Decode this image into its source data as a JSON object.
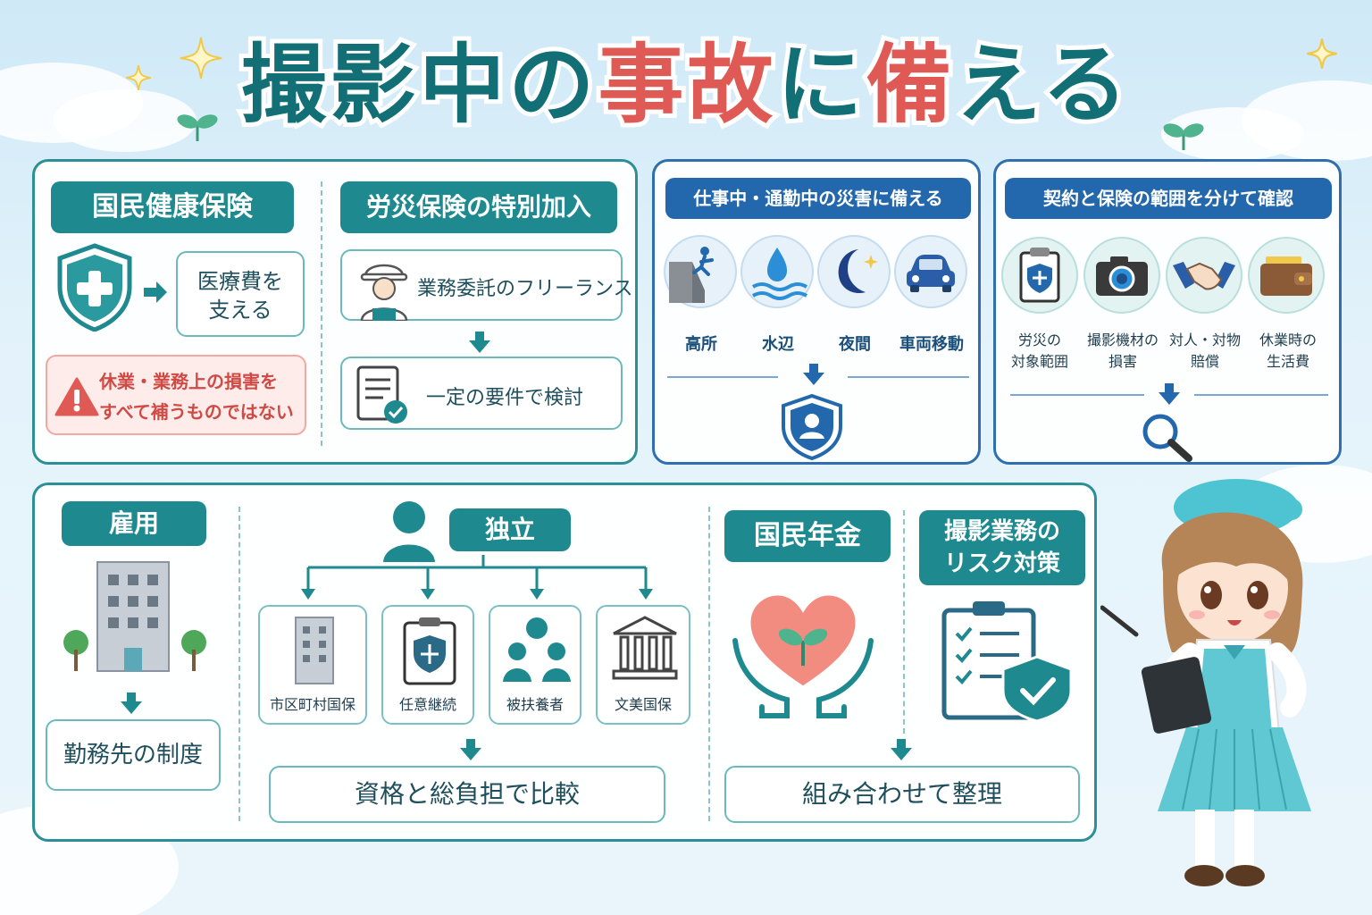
{
  "title": {
    "part1": "撮影中の",
    "part2": "事故",
    "part3": "に",
    "part4": "備",
    "part5": "える"
  },
  "colors": {
    "teal": "#1e8a8f",
    "blue": "#2367ad",
    "red": "#e05a55",
    "warn_bg": "#fdecea"
  },
  "panel_health": {
    "kokumin_kenko": "国民健康保険",
    "iryouhi_line1": "医療費を",
    "iryouhi_line2": "支える",
    "warning_line1": "休業・業務上の損害を",
    "warning_line2": "すべて補うものではない",
    "rousai_title": "労災保険の特別加入",
    "freelance": "業務委託のフリーランス",
    "youken": "一定の要件で検討"
  },
  "panel_disaster": {
    "title": "仕事中・通勤中の災害に備える",
    "items": [
      "高所",
      "水辺",
      "夜間",
      "車両移動"
    ]
  },
  "panel_contract": {
    "title": "契約と保険の範囲を分けて確認",
    "items": [
      {
        "line1": "労災の",
        "line2": "対象範囲"
      },
      {
        "line1": "撮影機材の",
        "line2": "損害"
      },
      {
        "line1": "対人・対物",
        "line2": "賠償"
      },
      {
        "line1": "休業時の",
        "line2": "生活費"
      }
    ]
  },
  "panel_bottom": {
    "koyou": "雇用",
    "kinmusaki": "勤務先の制度",
    "dokuritsu": "独立",
    "options": [
      "市区町村国保",
      "任意継続",
      "被扶養者",
      "文美国保"
    ],
    "hikaku": "資格と総負担で比較",
    "nenkin": "国民年金",
    "risk_line1": "撮影業務の",
    "risk_line2": "リスク対策",
    "seiri": "組み合わせて整理"
  }
}
